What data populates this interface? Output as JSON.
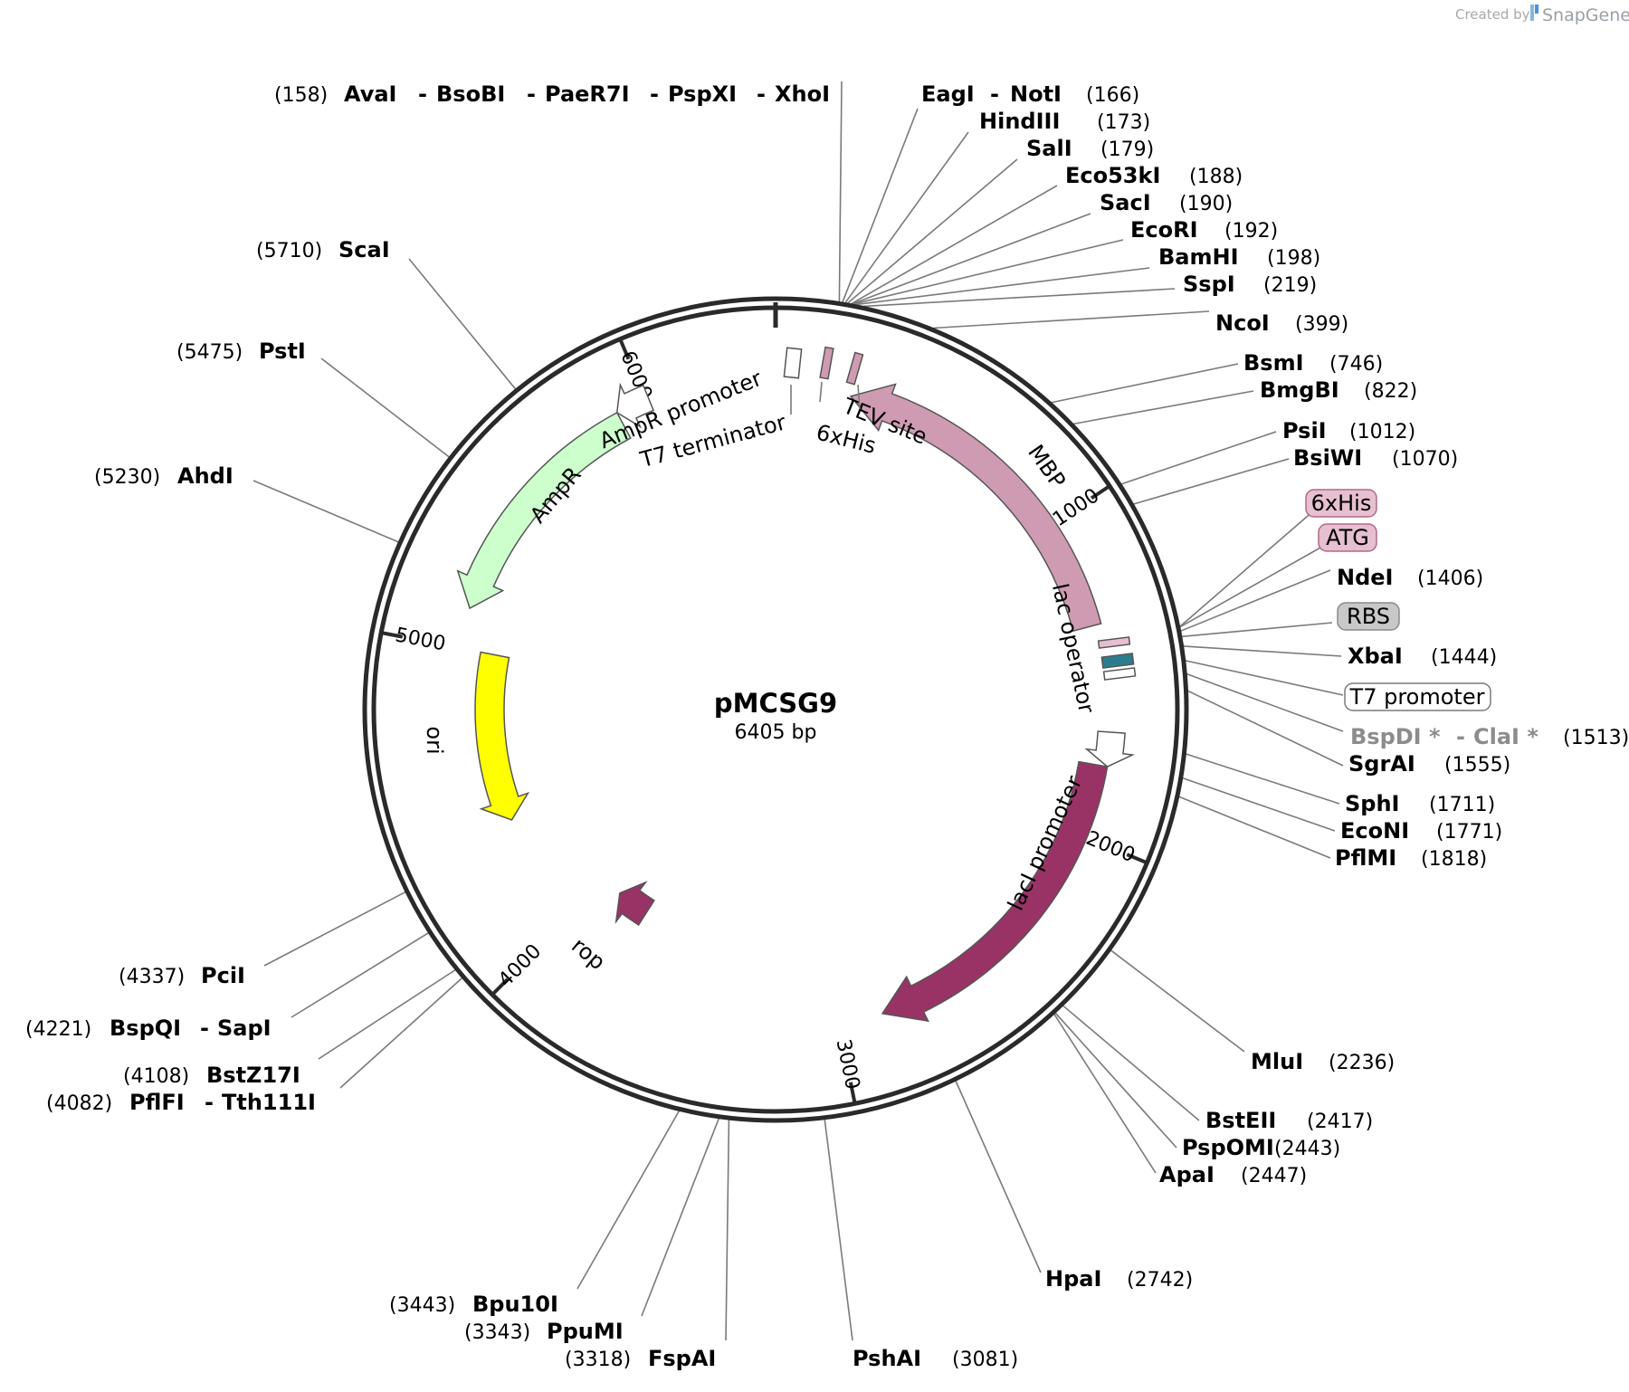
{
  "credit": {
    "prefix": "Created by",
    "brand": "SnapGene"
  },
  "plasmid": {
    "name": "pMCSG9",
    "size_label": "6405 bp",
    "length": 6405
  },
  "ticks": [
    {
      "pos": 1000,
      "label": "1000"
    },
    {
      "pos": 2000,
      "label": "2000"
    },
    {
      "pos": 3000,
      "label": "3000"
    },
    {
      "pos": 4000,
      "label": "4000"
    },
    {
      "pos": 5000,
      "label": "5000"
    },
    {
      "pos": 6000,
      "label": "6000"
    }
  ],
  "features": [
    {
      "name": "MBP",
      "start": 1338,
      "end": 240,
      "color": "#cf9bb3",
      "label": "MBP"
    },
    {
      "name": "lacI",
      "start": 1775,
      "end": 2858,
      "color": "#993366",
      "label": "lacI"
    },
    {
      "name": "AmpR",
      "start": 5905,
      "end": 5130,
      "color": "#ccffcc",
      "label": "AmpR"
    },
    {
      "name": "ori",
      "start": 5000,
      "end": 4400,
      "color": "#ffff00",
      "label": "ori"
    },
    {
      "name": "rop",
      "start": 3780,
      "end": 3920,
      "color": "#993366",
      "label": "rop"
    },
    {
      "name": "AmpR promoter",
      "start": 6010,
      "end": 5905,
      "color": "#ffffff",
      "label": "AmpR promoter"
    },
    {
      "name": "lacI promoter",
      "start": 1670,
      "end": 1775,
      "color": "#ffffff",
      "label": "lacI promoter"
    }
  ],
  "small_features": [
    {
      "name": "T7 terminator",
      "pos": 60,
      "label": "T7 terminator"
    },
    {
      "name": "6xHis",
      "pos": 130,
      "label": "6xHis"
    },
    {
      "name": "TEV site",
      "pos": 210,
      "label": "TEV site"
    },
    {
      "name": "lac operator",
      "pos": 1460,
      "label": "lac operator"
    }
  ],
  "boxed_labels": [
    {
      "text": "6xHis",
      "fill": "#e6bfd0",
      "stroke": "#b06a8a"
    },
    {
      "text": "ATG",
      "fill": "#e6bfd0",
      "stroke": "#b06a8a"
    },
    {
      "text": "RBS",
      "fill": "#c8c8c8",
      "stroke": "#8a8a8a"
    },
    {
      "text": "T7 promoter",
      "fill": "#ffffff",
      "stroke": "#7a7a7a"
    }
  ],
  "sites": [
    {
      "names": [
        "AvaI",
        "BsoBI",
        "PaeR7I",
        "PspXI",
        "XhoI"
      ],
      "pos": "(158)"
    },
    {
      "names": [
        "EagI",
        "NotI"
      ],
      "pos": "(166)"
    },
    {
      "names": [
        "HindIII"
      ],
      "pos": "(173)"
    },
    {
      "names": [
        "SalI"
      ],
      "pos": "(179)"
    },
    {
      "names": [
        "Eco53kI"
      ],
      "pos": "(188)"
    },
    {
      "names": [
        "SacI"
      ],
      "pos": "(190)"
    },
    {
      "names": [
        "EcoRI"
      ],
      "pos": "(192)"
    },
    {
      "names": [
        "BamHI"
      ],
      "pos": "(198)"
    },
    {
      "names": [
        "SspI"
      ],
      "pos": "(219)"
    },
    {
      "names": [
        "NcoI"
      ],
      "pos": "(399)"
    },
    {
      "names": [
        "BsmI"
      ],
      "pos": "(746)"
    },
    {
      "names": [
        "BmgBI"
      ],
      "pos": "(822)"
    },
    {
      "names": [
        "PsiI"
      ],
      "pos": "(1012)"
    },
    {
      "names": [
        "BsiWI"
      ],
      "pos": "(1070)"
    },
    {
      "names": [
        "NdeI"
      ],
      "pos": "(1406)"
    },
    {
      "names": [
        "XbaI"
      ],
      "pos": "(1444)"
    },
    {
      "names": [
        "BspDI *",
        "ClaI *"
      ],
      "pos": "(1513)"
    },
    {
      "names": [
        "SgrAI"
      ],
      "pos": "(1555)"
    },
    {
      "names": [
        "SphI"
      ],
      "pos": "(1711)"
    },
    {
      "names": [
        "EcoNI"
      ],
      "pos": "(1771)"
    },
    {
      "names": [
        "PflMI"
      ],
      "pos": "(1818)"
    },
    {
      "names": [
        "MluI"
      ],
      "pos": "(2236)"
    },
    {
      "names": [
        "BstEII"
      ],
      "pos": "(2417)"
    },
    {
      "names": [
        "PspOMI"
      ],
      "pos": "(2443)"
    },
    {
      "names": [
        "ApaI"
      ],
      "pos": "(2447)"
    },
    {
      "names": [
        "HpaI"
      ],
      "pos": "(2742)"
    },
    {
      "names": [
        "PshAI"
      ],
      "pos": "(3081)"
    },
    {
      "names": [
        "FspAI"
      ],
      "pos": "(3318)"
    },
    {
      "names": [
        "PpuMI"
      ],
      "pos": "(3343)"
    },
    {
      "names": [
        "Bpu10I"
      ],
      "pos": "(3443)"
    },
    {
      "names": [
        "PflFI",
        "Tth111I"
      ],
      "pos": "(4082)"
    },
    {
      "names": [
        "BstZ17I"
      ],
      "pos": "(4108)"
    },
    {
      "names": [
        "BspQI",
        "SapI"
      ],
      "pos": "(4221)"
    },
    {
      "names": [
        "PciI"
      ],
      "pos": "(4337)"
    },
    {
      "names": [
        "AhdI"
      ],
      "pos": "(5230)"
    },
    {
      "names": [
        "PstI"
      ],
      "pos": "(5475)"
    },
    {
      "names": [
        "ScaI"
      ],
      "pos": "(5710)"
    }
  ]
}
